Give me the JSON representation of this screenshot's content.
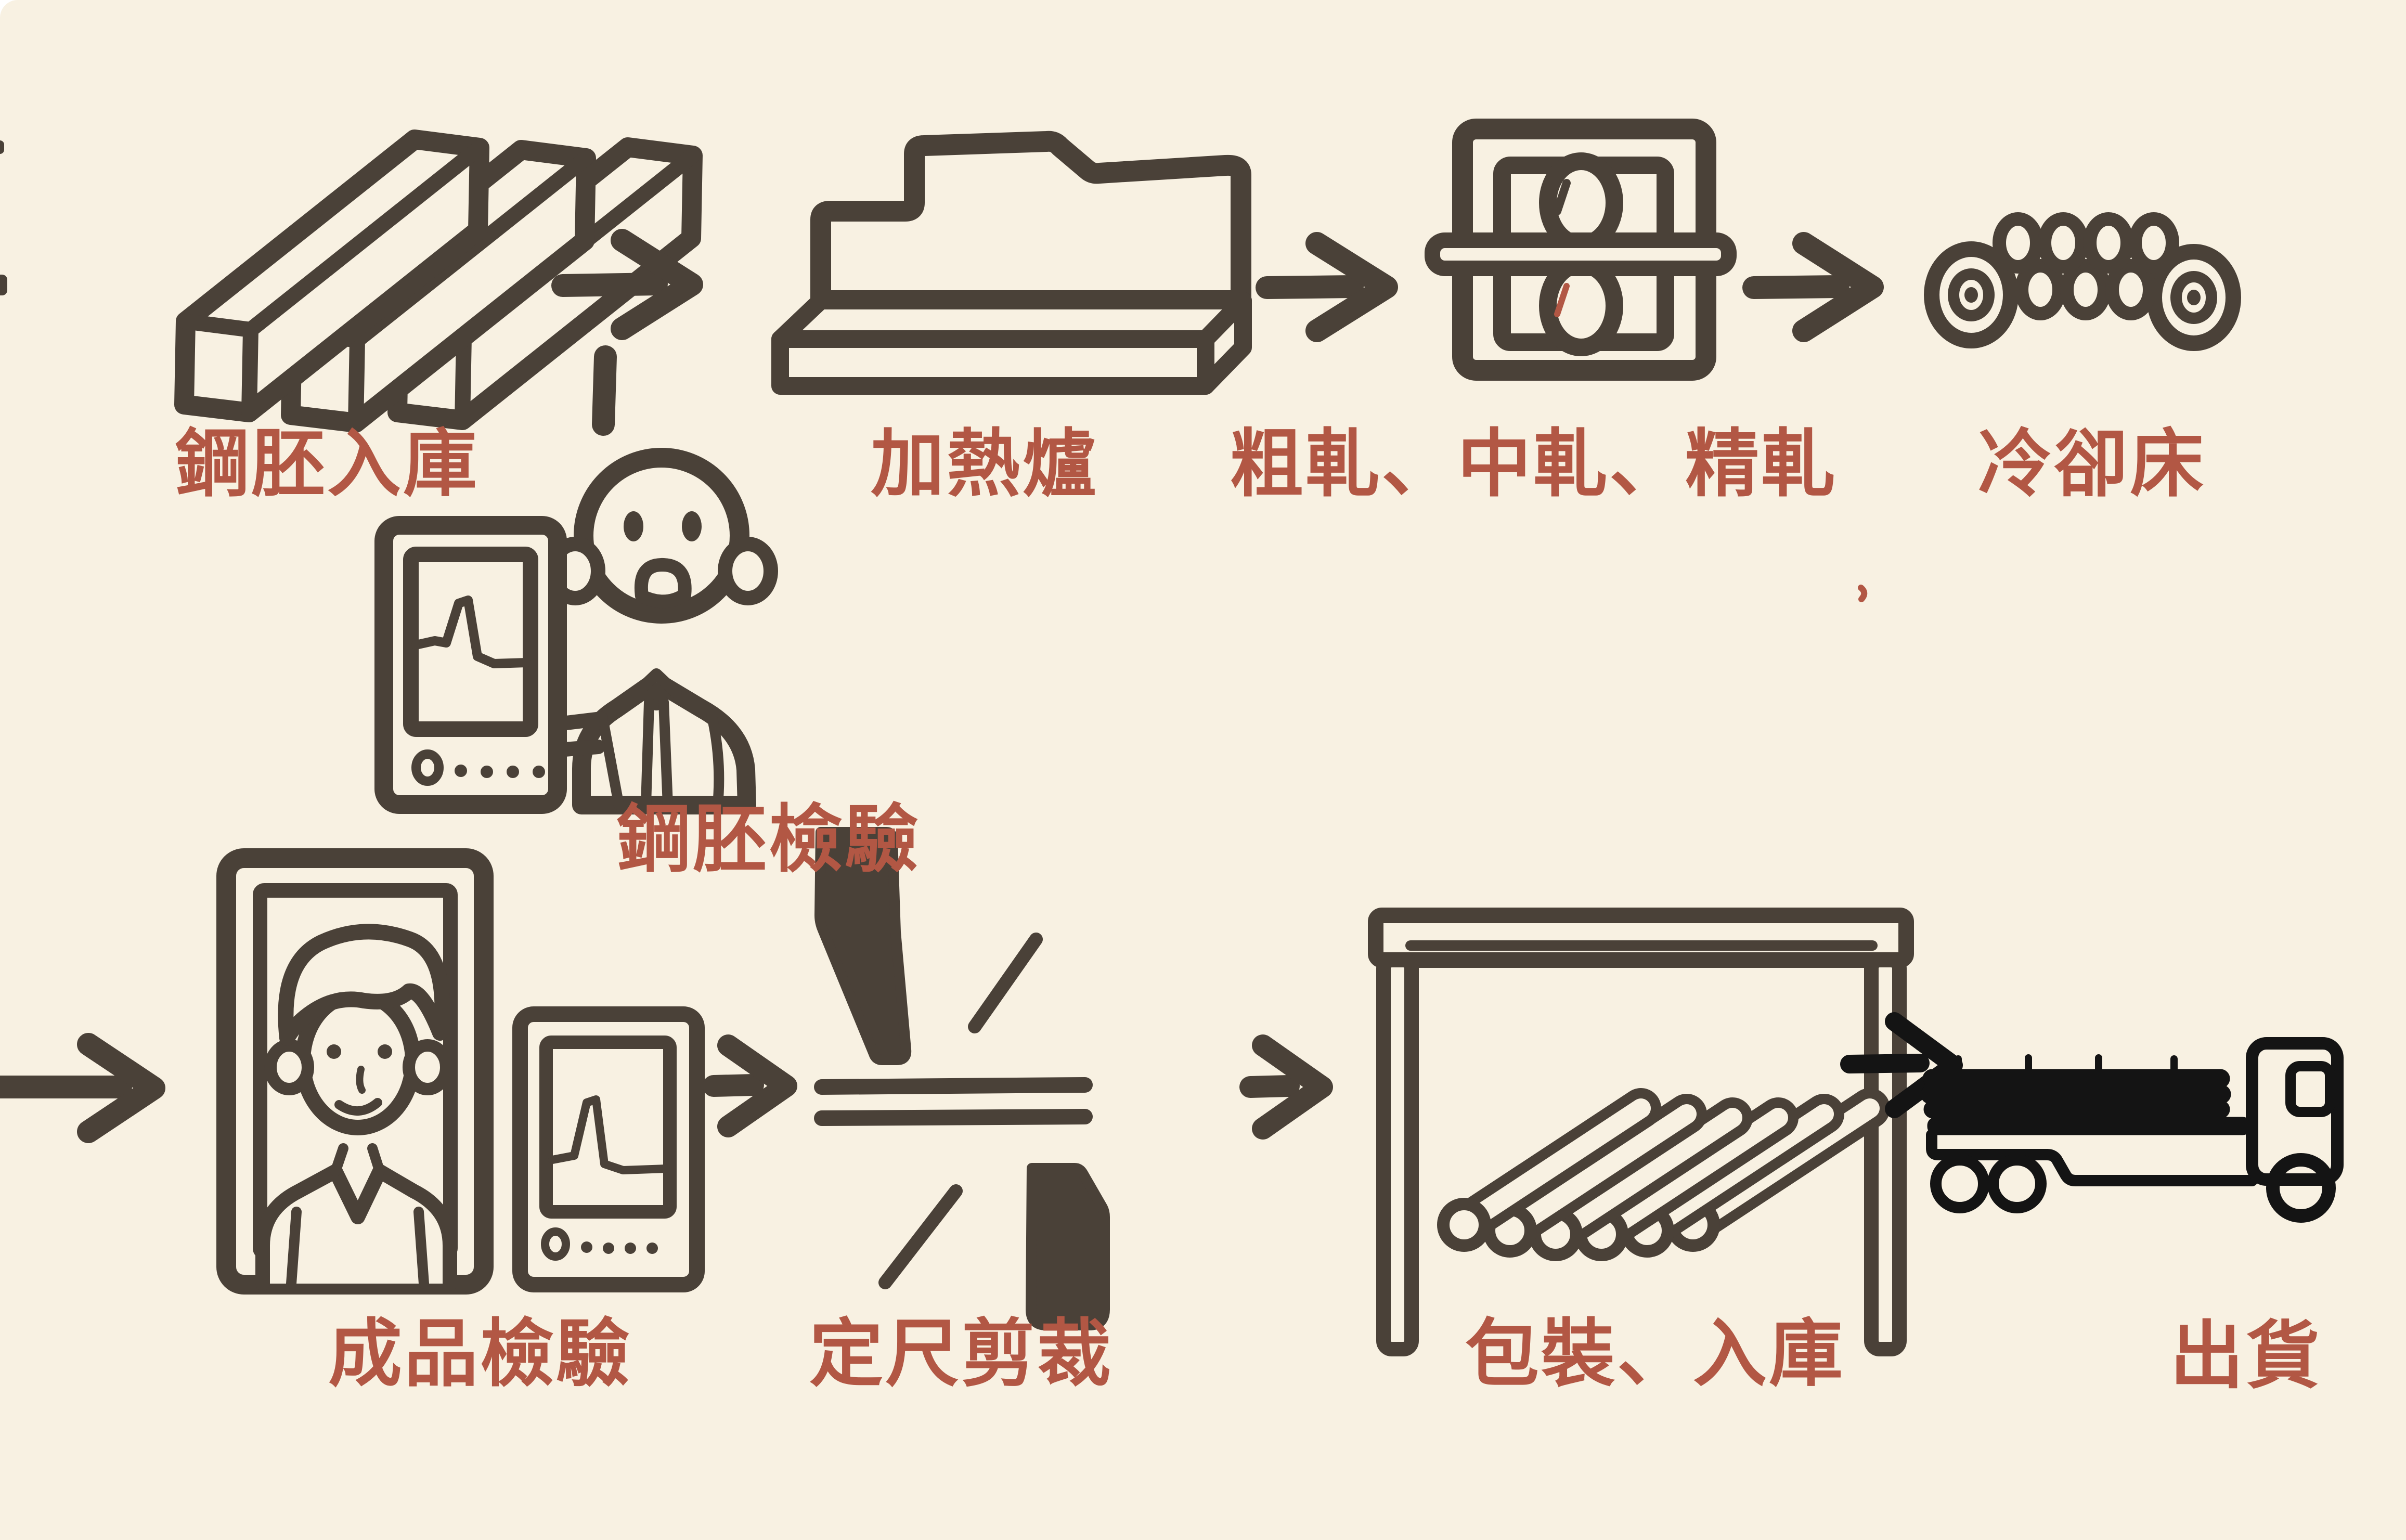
{
  "palette": {
    "background": "#f8f1e2",
    "ink": "#4a4138",
    "accent": "#b25744",
    "truck_black": "#141414"
  },
  "diagram": {
    "title_implied": "鋼品製程流程",
    "row1": [
      {
        "id": "billet-storage",
        "label": "鋼胚入庫"
      },
      {
        "id": "heating-furnace",
        "label": "加熱爐"
      },
      {
        "id": "rolling-mills",
        "label": "粗軋、中軋、精軋"
      },
      {
        "id": "cooling-bed",
        "label": "冷卻床"
      }
    ],
    "branch": {
      "id": "billet-inspection",
      "label": "鋼胚檢驗"
    },
    "row2": [
      {
        "id": "product-inspection",
        "label": "成品檢驗"
      },
      {
        "id": "cut-to-length",
        "label": "定尺剪裁"
      },
      {
        "id": "packing-warehouse",
        "label": "包裝、入庫"
      },
      {
        "id": "shipping",
        "label": "出貨"
      }
    ]
  }
}
